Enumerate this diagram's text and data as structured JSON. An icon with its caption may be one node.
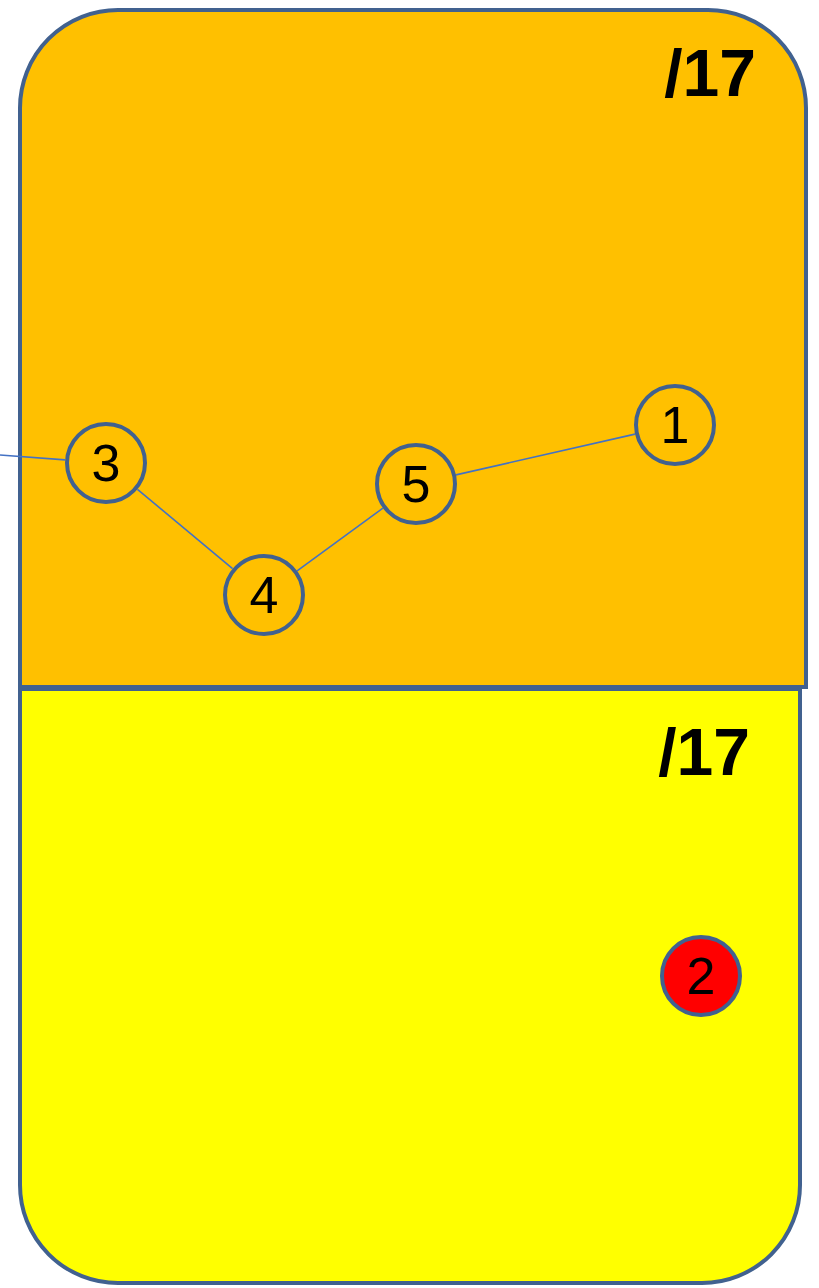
{
  "diagram": {
    "nodes": [
      {
        "text": [
          "/17"
        ]
      },
      {
        "text": [
          "1"
        ],
        "in": 0
      },
      {
        "text": [
          "3"
        ],
        "in": 0
      },
      {
        "text": [
          "5"
        ],
        "in": 0
      },
      {
        "text": [
          "4"
        ],
        "in": 0
      },
      {
        "text": [
          "/17"
        ]
      },
      {
        "text": [
          "2"
        ],
        "in": 5
      }
    ],
    "edges": [
      {
        "from": null,
        "to": 2,
        "arrow": "none"
      },
      {
        "from": 2,
        "to": 4,
        "arrow": "none"
      },
      {
        "from": 4,
        "to": 3,
        "arrow": "none"
      },
      {
        "from": 3,
        "to": 1,
        "arrow": "none"
      }
    ]
  }
}
